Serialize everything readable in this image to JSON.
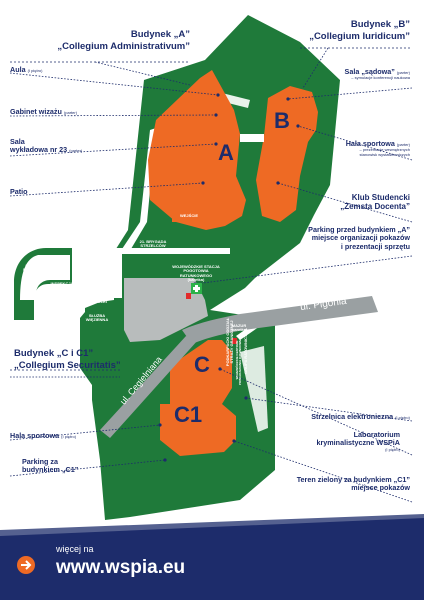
{
  "buildings": {
    "a": {
      "title": "Budynek „A”",
      "subtitle": "„Collegium Administrativum”",
      "letter": "A"
    },
    "b": {
      "title": "Budynek „B”",
      "subtitle": "„Collegium Iuridicum”",
      "letter": "B"
    },
    "c": {
      "title": "Budynek „C i C1”",
      "subtitle": "„Collegium Securitatis”",
      "letter_c": "C",
      "letter_c1": "C1"
    }
  },
  "labels": {
    "aula": {
      "name": "Aula",
      "note": "(I piętro)"
    },
    "gabinet": {
      "name": "Gabinet wizażu",
      "note": "(parter)"
    },
    "sala23_line1": "Sala",
    "sala23_line2": "wykładowa nr 23",
    "sala23_note": "(parter)",
    "patio": "Patio",
    "sala_sadowa": {
      "name": "Sala „sądowa”",
      "note": "(parter)",
      "desc": "– symulacje konferencji naukowa"
    },
    "hala_b": {
      "name": "Hala sportowa",
      "note": "(parter)",
      "desc1": "– prezentacje wewnętrznych",
      "desc2": "stanowisk wystawienniczych"
    },
    "klub_line1": "Klub Studencki",
    "klub_line2": "„Zemsta Docenta”",
    "parking_a_line1": "Parking przed budynkiem „A”",
    "parking_a_line2": "miejsce organizacji pokazów",
    "parking_a_line3": "i prezentacji sprzętu",
    "hala_c": {
      "name": "Hala sportowa",
      "note": "(I piętro)"
    },
    "parking_c1_line1": "Parking za",
    "parking_c1_line2": "budynkiem „C1”",
    "strzelnica": {
      "name": "Strzelnica elektroniczna",
      "note": "(I piętro)"
    },
    "lab_line1": "Laboratorium",
    "lab_line2": "kryminalistyczne WSPiA",
    "lab_note": "(I piętro)",
    "teren_line1": "Teren zielony za budynkiem „C1”",
    "teren_line2": "miejsce pokazów"
  },
  "small_labels": {
    "wejscie": "WEJŚCIE",
    "jarzys": "JARZYS",
    "straz_miejska_1": "STRAŻ",
    "straz_miejska_2": "MIEJSKA",
    "wot": "WOT",
    "policja": "POLICJA",
    "inspekcja_1": "INSPEKCJA",
    "inspekcja_2": "TRANSPORTU",
    "inspekcja_3": "DROGOWEGO",
    "straz_ochrony_1": "STRAŻ",
    "straz_ochrony_2": "OCHRONY KOLEI",
    "sluzba_1": "SŁUŻBA",
    "sluzba_2": "WIĘZIENNA",
    "brygada_1": "21. BRYGADA",
    "brygada_2": "STRZELCÓW",
    "brygada_3": "PODHALAŃSKICH",
    "pogotowie_1": "WOJEWÓDZKIE STACJA",
    "pogotowie_2": "POGOTOWIA RATUNKOWEGO",
    "pogotowie_3": "(karetka)",
    "mazur_1": "MAZUR",
    "mazur_2": "(karetka)",
    "vertical_1": "PODKARPACKI ODDZIAŁ STRAŻY GRANICZNEJ",
    "vertical_2": "WOJEWÓDZKIE CENTRUM POWIADAMIANIA RATUNKOWEGO",
    "vertical_3": "GRUPA RATOWNICTWA"
  },
  "streets": {
    "pigonia": "ul. Pigonia",
    "cegielniana": "ul. Cegielniana"
  },
  "footer": {
    "more": "więcej na",
    "url": "www.wspia.eu"
  },
  "colors": {
    "green": "#1f7a3a",
    "orange": "#ee6a24",
    "navy": "#1d2c6b",
    "gray": "#b8bcbc",
    "street": "#9aa0a2"
  },
  "icons": [
    "first-aid-cross-icon",
    "arrow-right-icon"
  ]
}
